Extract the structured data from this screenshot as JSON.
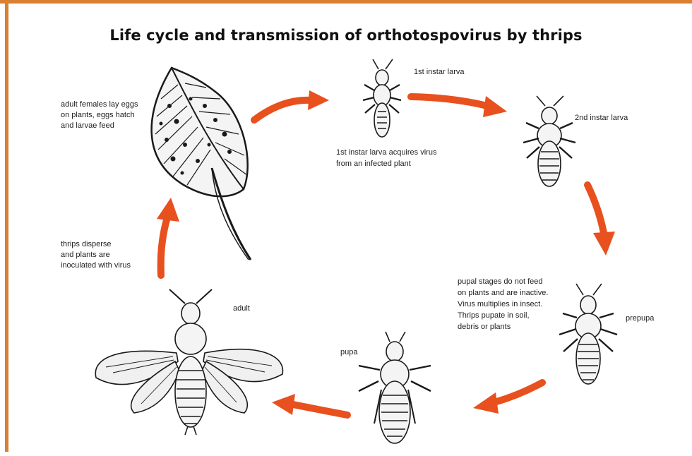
{
  "title": "Life cycle and transmission of orthotospovirus by thrips",
  "colors": {
    "frame": "#d98032",
    "arrow": "#e8501e",
    "ink": "#1a1a1a"
  },
  "stages": {
    "first_instar": "1st instar larva",
    "second_instar": "2nd instar larva",
    "prepupa": "prepupa",
    "pupa": "pupa",
    "adult": "adult"
  },
  "notes": {
    "leaf": [
      "adult females lay eggs",
      "on plants, eggs hatch",
      "and larvae feed"
    ],
    "acquire": [
      "1st instar larva acquires virus",
      "from an infected plant"
    ],
    "pupal": [
      "pupal stages do not feed",
      "on plants and are inactive.",
      "Virus multiplies in insect.",
      "Thrips pupate in soil,",
      "debris or plants"
    ],
    "disperse": [
      "thrips disperse",
      "and plants are",
      "inoculated with virus"
    ]
  }
}
